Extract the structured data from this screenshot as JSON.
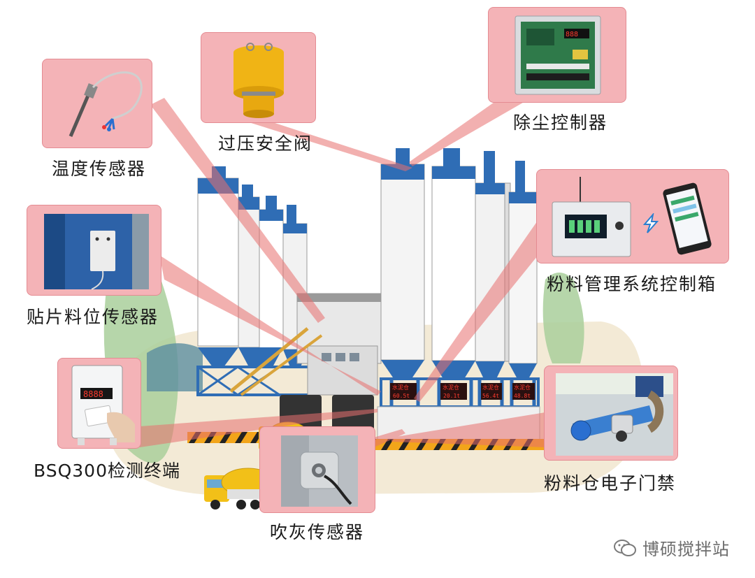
{
  "labels": {
    "temperature_sensor": "温度传感器",
    "overpressure_valve": "过压安全阀",
    "dust_controller": "除尘控制器",
    "patch_level_sensor": "贴片料位传感器",
    "powder_mgmt_box": "粉料管理系统控制箱",
    "bsq300_terminal": "BSQ300检测终端",
    "powder_bin_access": "粉料仓电子门禁",
    "blow_ash_sensor": "吹灰传感器"
  },
  "silo_displays": [
    {
      "name": "水泥仓",
      "value": "60.5t"
    },
    {
      "name": "水泥仓",
      "value": "20.1t"
    },
    {
      "name": "水泥仓",
      "value": "56.4t"
    },
    {
      "name": "水泥仓",
      "value": "48.8t"
    }
  ],
  "terminal_display": "8888",
  "watermark": "博硕搅拌站",
  "icons": [
    "wechat-icon",
    "lightning-icon"
  ],
  "colors": {
    "callout_fill": "#f4b3b7",
    "beam": "#e8706f",
    "silo_blue": "#2f6db5",
    "ground": "#f3ead6"
  }
}
